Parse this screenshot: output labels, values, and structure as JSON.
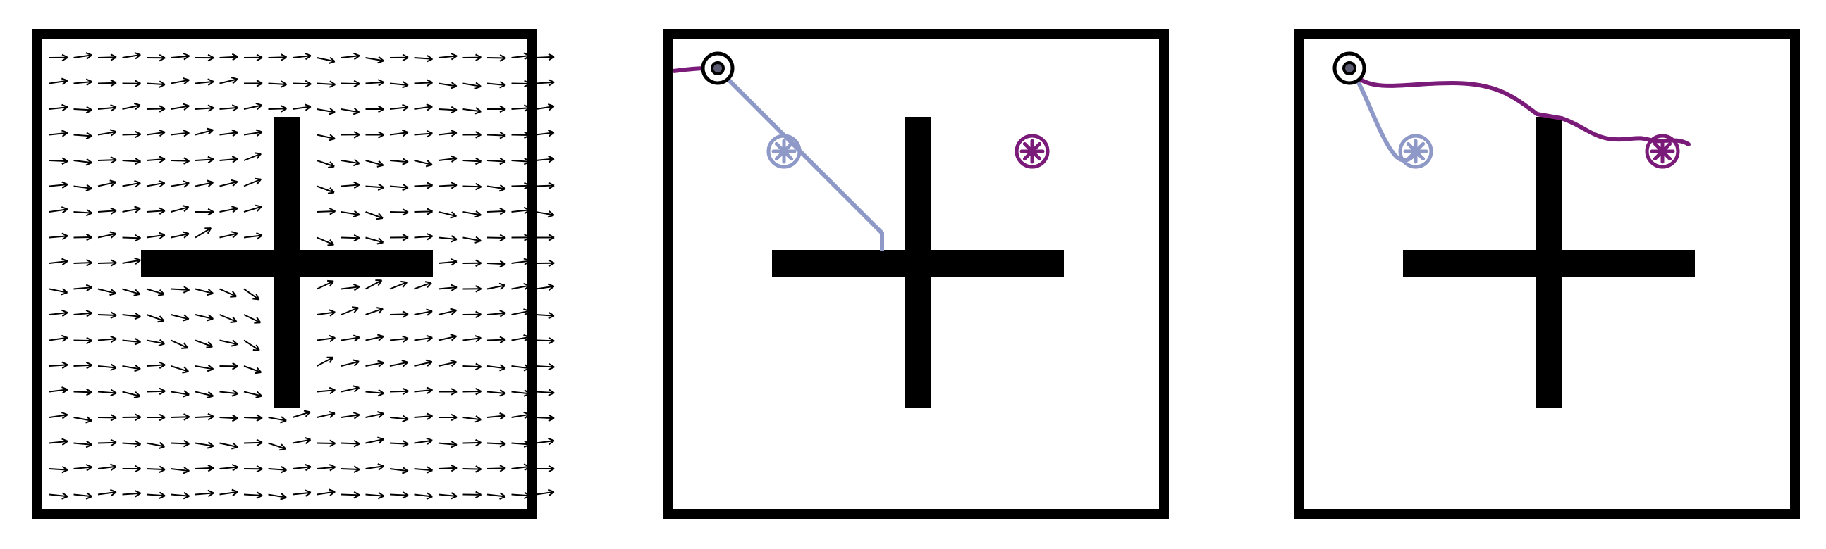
{
  "figure": {
    "panels": [
      {
        "id": "vector-field",
        "content": "arrow-field-with-cross-obstacle"
      },
      {
        "id": "trajectories-straight",
        "content": "two-paths-from-start-to-goals"
      },
      {
        "id": "trajectories-curved",
        "content": "two-paths-from-start-to-goals"
      }
    ],
    "colors": {
      "frame": "#000000",
      "obstacle": "#000000",
      "path_a": "#8e99c7",
      "path_b": "#7a1a79",
      "arrow": "#000000",
      "start_marker": "#000000"
    },
    "icons": {
      "start": "bullseye-icon",
      "goal": "asterisk-circle-icon"
    }
  }
}
